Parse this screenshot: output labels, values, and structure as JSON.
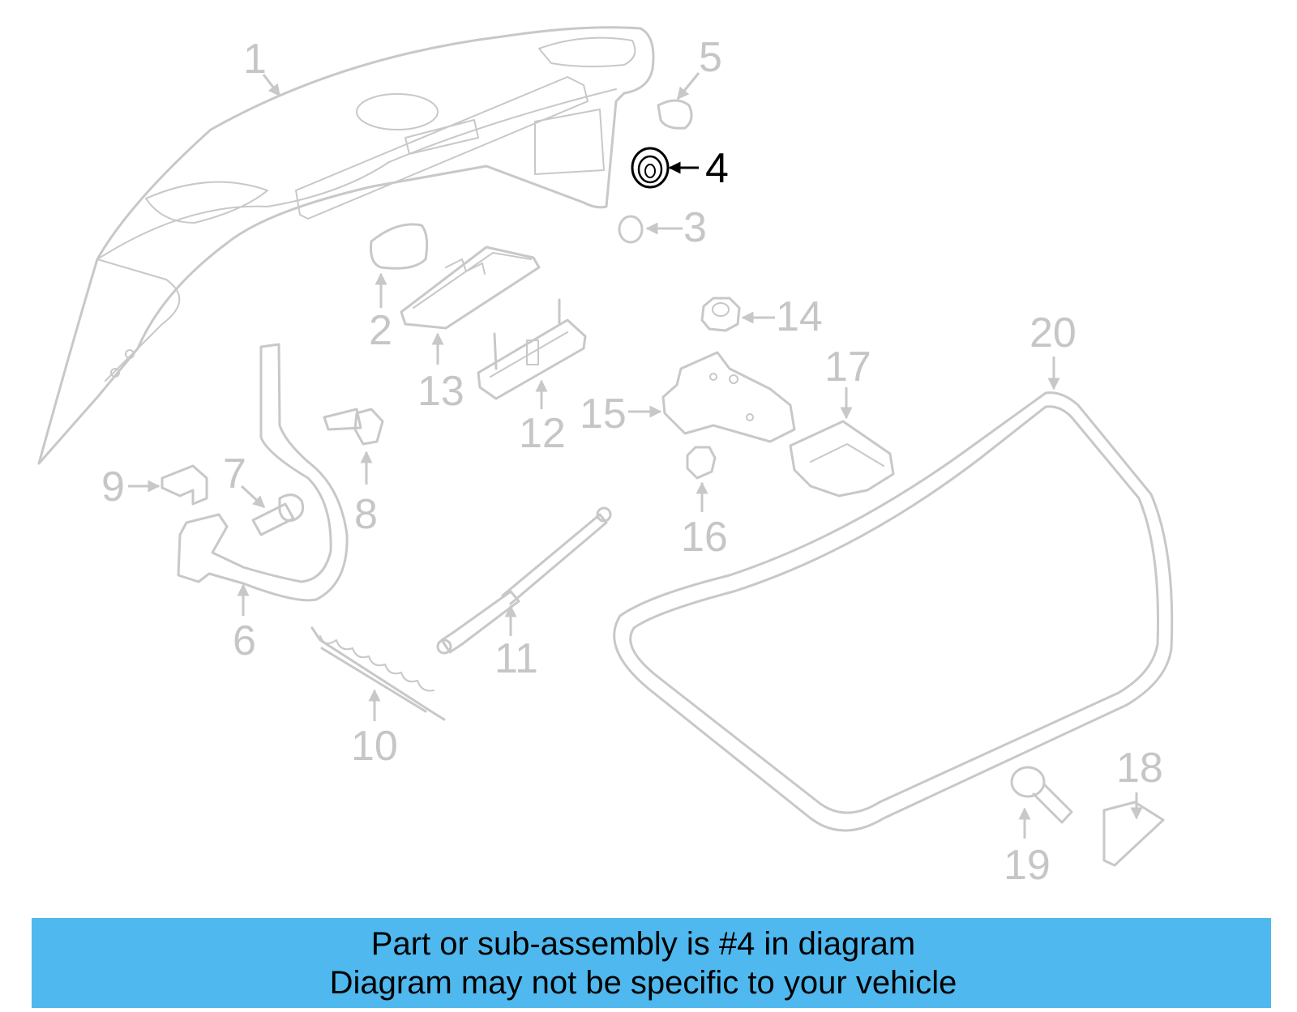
{
  "callouts": {
    "c1": "1",
    "c2": "2",
    "c3": "3",
    "c4": "4",
    "c5": "5",
    "c6": "6",
    "c7": "7",
    "c8": "8",
    "c9": "9",
    "c10": "10",
    "c11": "11",
    "c12": "12",
    "c13": "13",
    "c14": "14",
    "c15": "15",
    "c16": "16",
    "c17": "17",
    "c18": "18",
    "c19": "19",
    "c20": "20"
  },
  "highlighted_part": "4",
  "colors": {
    "part_line": "#c8c8c8",
    "highlight": "#000000",
    "banner_bg": "#4fb8ee"
  },
  "banner": {
    "line1": "Part or sub-assembly is #4 in diagram",
    "line2": "Diagram may not be specific to your vehicle"
  }
}
